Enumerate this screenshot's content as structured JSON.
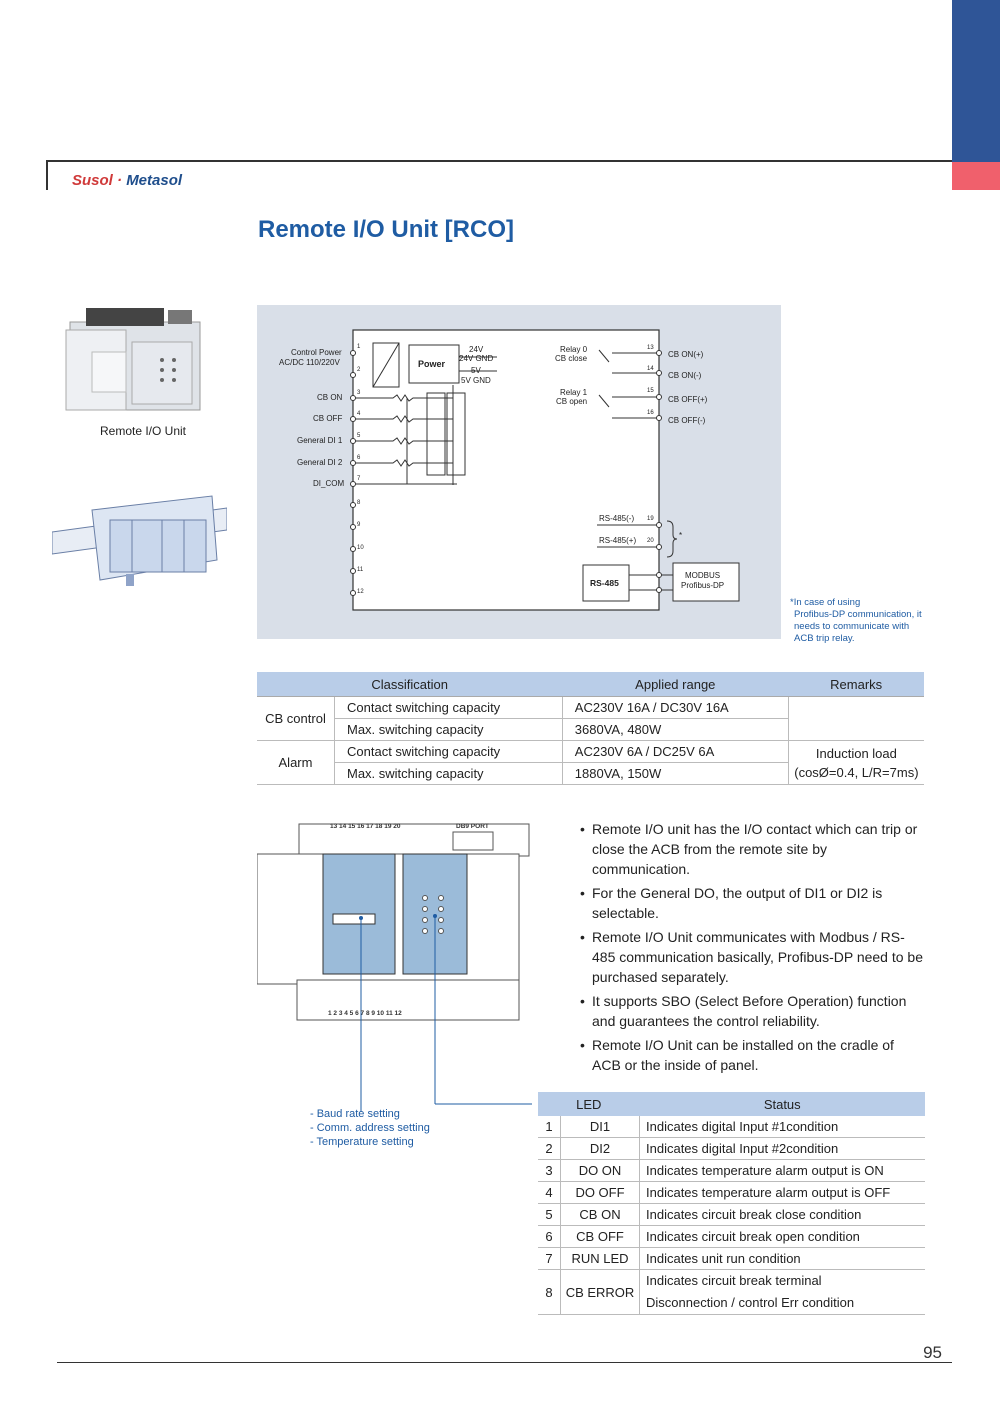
{
  "header": {
    "brand_1": "Susol",
    "brand_sep": " · ",
    "brand_2": "Metasol"
  },
  "title": "Remote I/O Unit [RCO]",
  "product_caption": "Remote I/O Unit",
  "diagram": {
    "left_labels": [
      "Control Power",
      "AC/DC 110/220V",
      "CB ON",
      "CB OFF",
      "General DI 1",
      "General DI 2",
      "DI_COM"
    ],
    "pins_left": [
      "1",
      "2",
      "3",
      "4",
      "5",
      "6",
      "7",
      "8",
      "9",
      "10",
      "11",
      "12"
    ],
    "power_label": "Power",
    "power_outputs": [
      "24V",
      "24V GND",
      "5V",
      "5V GND"
    ],
    "relay0": [
      "Relay 0",
      "CB close"
    ],
    "relay1": [
      "Relay 1",
      "CB open"
    ],
    "pins_right": [
      "13",
      "14",
      "15",
      "16",
      "19",
      "20"
    ],
    "right_labels": [
      "CB ON(+)",
      "CB ON(-)",
      "CB OFF(+)",
      "CB OFF(-)"
    ],
    "rs485_minus": "RS-485(-)",
    "rs485_plus": "RS-485(+)",
    "asterisk": "*",
    "rs485_box": "RS-485",
    "modbus_box": [
      "MODBUS",
      "Profibus-DP"
    ]
  },
  "footnote": [
    "*In case of using",
    "Profibus-DP communication, it",
    "needs to communicate with",
    "ACB trip relay."
  ],
  "spec_table": {
    "headers": [
      "Classification",
      "Applied range",
      "Remarks"
    ],
    "groups": [
      {
        "name": "CB control",
        "rows": [
          {
            "item": "Contact switching capacity",
            "range": "AC230V 16A /  DC30V 16A"
          },
          {
            "item": "Max. switching capacity",
            "range": "3680VA, 480W"
          }
        ]
      },
      {
        "name": "Alarm",
        "rows": [
          {
            "item": "Contact switching capacity",
            "range": "AC230V 6A /  DC25V 6A"
          },
          {
            "item": "Max. switching capacity",
            "range": "1880VA, 150W"
          }
        ]
      }
    ],
    "remark_alarm": [
      "Induction load",
      "(cosØ=0.4, L/R=7ms)"
    ]
  },
  "drawing": {
    "top_pins": "13 14 15 16 17 18 19 20",
    "port": "DB9 PORT",
    "bottom_pins": "1 2 3 4 5 6 7 8 9 10 11 12"
  },
  "bullets": [
    "Remote I/O unit has the I/O contact which can trip or close the ACB from the remote site by communication.",
    "For the General DO, the output of DI1 or DI2 is selectable.",
    "Remote I/O Unit communicates with Modbus / RS-485 communication basically, Profibus-DP need to be purchased separately.",
    "It supports SBO (Select Before Operation) function and guarantees the control reliability.",
    "Remote I/O Unit can be installed on the cradle of ACB or the inside of panel."
  ],
  "settings": [
    "- Baud rate setting",
    "- Comm. address setting",
    "- Temperature setting"
  ],
  "led_table": {
    "headers": [
      "LED",
      "Status"
    ],
    "rows": [
      {
        "n": "1",
        "led": "DI1",
        "status": "Indicates digital Input #1condition"
      },
      {
        "n": "2",
        "led": "DI2",
        "status": "Indicates digital Input #2condition"
      },
      {
        "n": "3",
        "led": "DO ON",
        "status": "Indicates temperature alarm output is ON"
      },
      {
        "n": "4",
        "led": "DO OFF",
        "status": "Indicates temperature alarm output is OFF"
      },
      {
        "n": "5",
        "led": "CB ON",
        "status": "Indicates circuit break close condition"
      },
      {
        "n": "6",
        "led": "CB OFF",
        "status": "Indicates circuit break open condition"
      },
      {
        "n": "7",
        "led": "RUN LED",
        "status": "Indicates unit run condition"
      }
    ],
    "last": {
      "n": "8",
      "led": "CB ERROR",
      "status_1": "Indicates circuit break terminal",
      "status_2": "Disconnection / control Err condition"
    }
  },
  "page_number": "95"
}
